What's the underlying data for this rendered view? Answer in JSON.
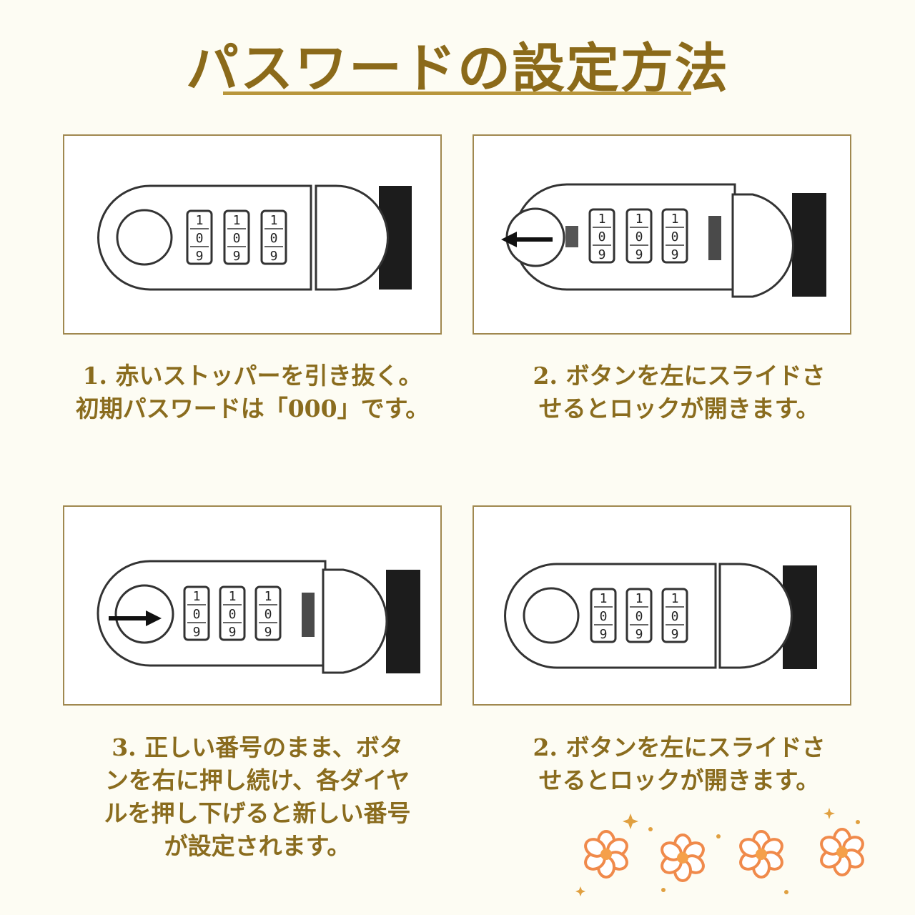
{
  "title": "パスワードの設定方法",
  "steps": [
    {
      "lines": [
        "1. 赤いストッパーを引き抜く。",
        "初期パスワードは「000」です。"
      ]
    },
    {
      "lines": [
        "2. ボタンを左にスライドさ",
        "せるとロックが開きます。"
      ]
    },
    {
      "lines": [
        "3. 正しい番号のまま、ボタ",
        "ンを右に押し続け、各ダイヤ",
        "ルを押し下げると新しい番号",
        "が設定されます。"
      ]
    },
    {
      "lines": [
        "2. ボタンを左にスライドさ",
        "せるとロックが開きます。"
      ]
    }
  ],
  "dial_digits": [
    "1",
    "0",
    "9"
  ],
  "colors": {
    "accent": "#8a6c1e",
    "border": "#a0884f",
    "flower": "#f08a4b"
  }
}
